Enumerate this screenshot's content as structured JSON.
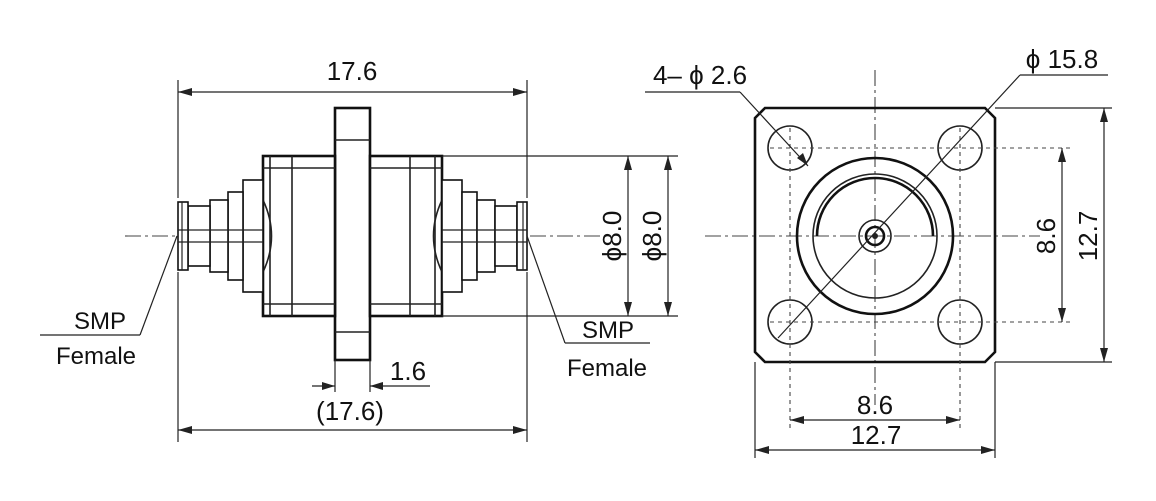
{
  "side_view": {
    "overall_length": "17.6",
    "overall_length_ref": "(17.6)",
    "flange_thickness": "1.6",
    "diameter_inner": "ϕ8.0",
    "diameter_outer": "ϕ8.0",
    "left_connector": {
      "line1": "SMP",
      "line2": "Female"
    },
    "right_connector": {
      "line1": "SMP",
      "line2": "Female"
    }
  },
  "front_view": {
    "hole_callout": "4– ϕ 2.6",
    "circle_callout": "ϕ 15.8",
    "hole_spacing_horizontal": "8.6",
    "flange_width": "12.7",
    "hole_spacing_vertical": "8.6",
    "flange_height": "12.7"
  }
}
